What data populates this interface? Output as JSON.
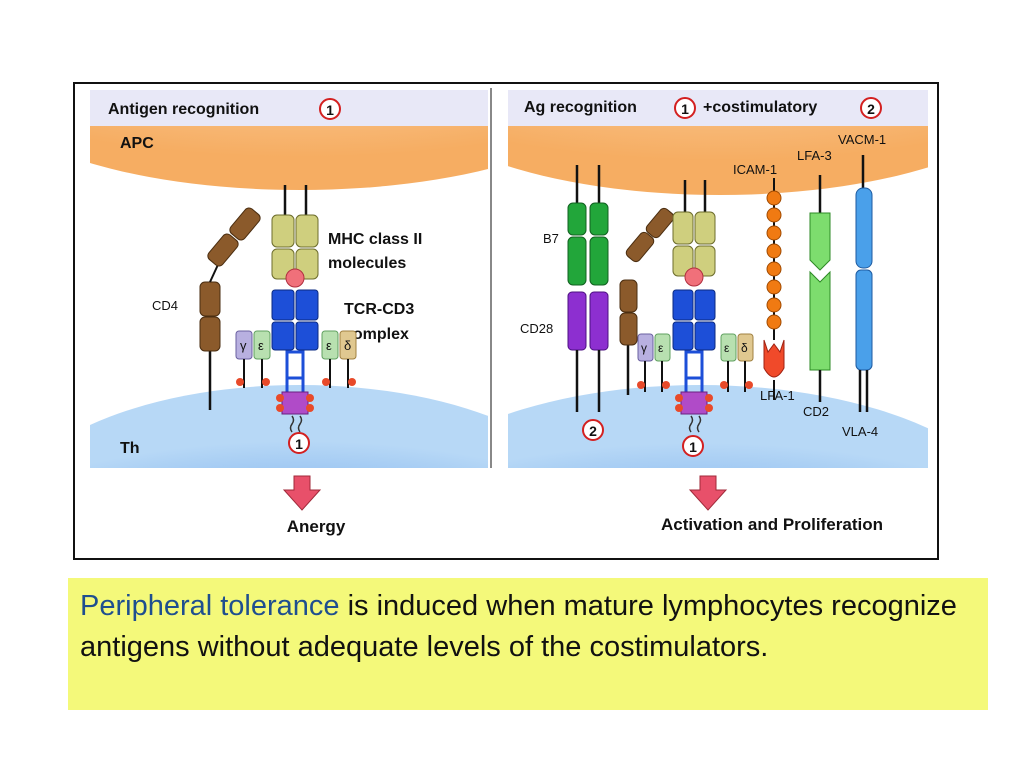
{
  "left_panel": {
    "header": "Antigen recognition",
    "header_marker": "1",
    "apc_label": "APC",
    "th_label": "Th",
    "cd4_label": "CD4",
    "mhc_label_line1": "MHC class II",
    "mhc_label_line2": "molecules",
    "tcr_label_line1": "TCR-CD3",
    "tcr_label_line2": "complex",
    "gamma": "γ",
    "epsilon": "ε",
    "delta": "δ",
    "signal_marker": "1",
    "outcome": "Anergy"
  },
  "right_panel": {
    "header_part1": "Ag recognition",
    "header_marker1": "1",
    "header_part2": "+costimulatory",
    "header_marker2": "2",
    "b7_label": "B7",
    "cd28_label": "CD28",
    "icam_label": "ICAM-1",
    "lfa3_label": "LFA-3",
    "vacm_label": "VACM-1",
    "lfa1_label": "LFA-1",
    "cd2_label": "CD2",
    "vla4_label": "VLA-4",
    "gamma": "γ",
    "epsilon": "ε",
    "delta": "δ",
    "signal_marker1": "1",
    "signal_marker2": "2",
    "outcome": "Activation and Proliferation"
  },
  "caption": {
    "highlight": "Peripheral tolerance",
    "text": " is induced when mature lymphocytes recognize antigens without adequate levels of the costimulators."
  },
  "colors": {
    "apc": "#f8b574",
    "th": "#7fb2ec",
    "header_band": "#e6e6f6",
    "mhc": "#cfcf7e",
    "tcr": "#1d4fd8",
    "cd4": "#8b5a2b",
    "b7": "#22a63a",
    "cd28": "#8d2fd0",
    "icam": "#f07a12",
    "lfa3": "#7ddd6e",
    "vacm": "#4aa0ea",
    "caption_bg": "#f4f97a",
    "caption_highlight": "#1f4f8f"
  }
}
